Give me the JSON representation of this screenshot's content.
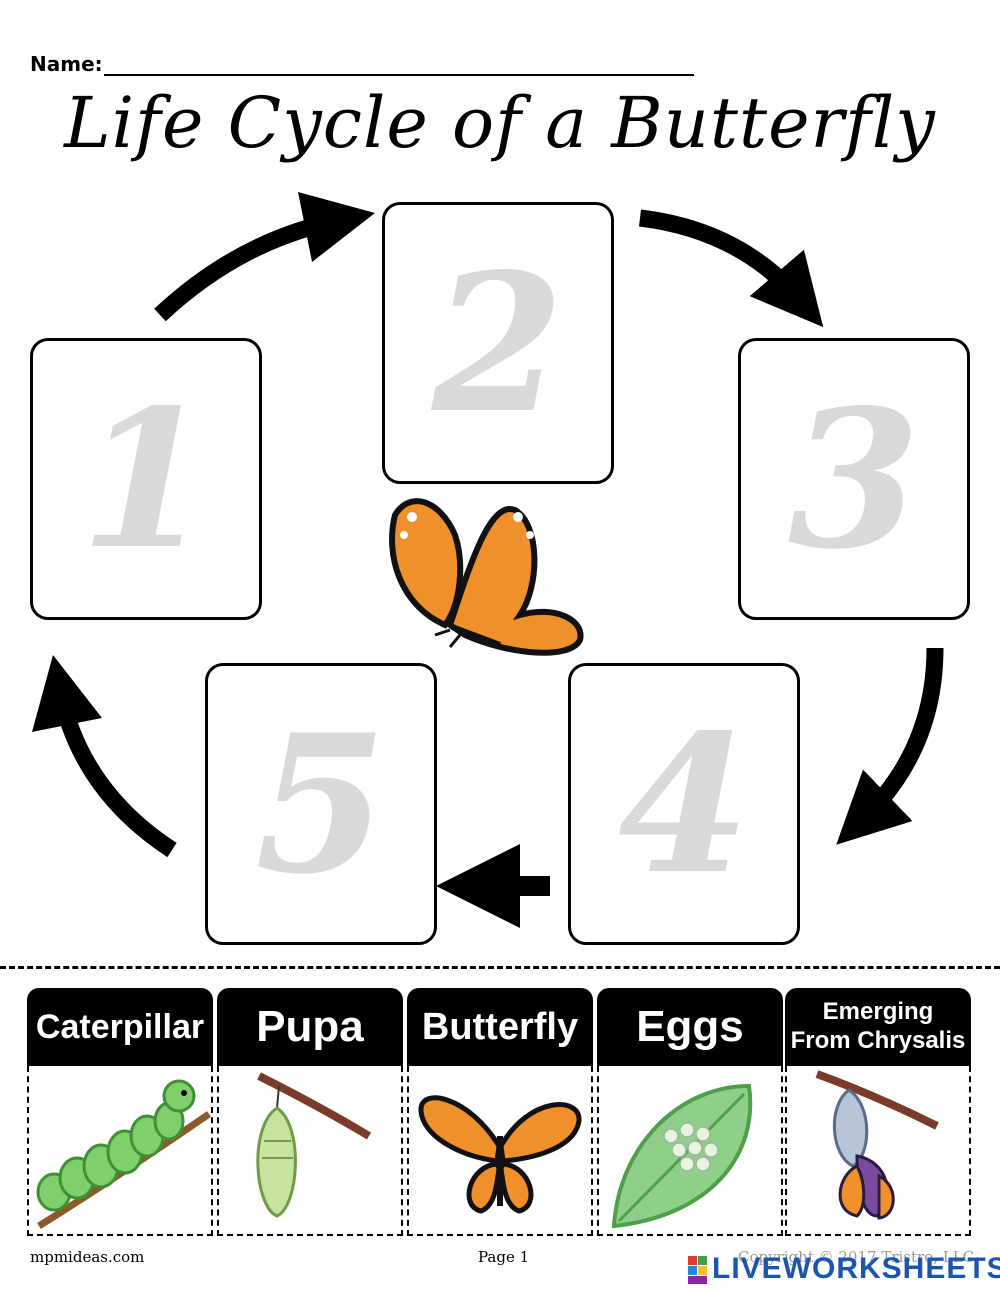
{
  "header": {
    "name_label": "Name:",
    "title": "Life Cycle of a Butterfly"
  },
  "cycle": {
    "slots": [
      "1",
      "2",
      "3",
      "4",
      "5"
    ]
  },
  "cards": [
    {
      "label": "Caterpillar",
      "icon": "caterpillar-icon"
    },
    {
      "label": "Pupa",
      "icon": "pupa-icon"
    },
    {
      "label": "Butterfly",
      "icon": "butterfly-icon"
    },
    {
      "label": "Eggs",
      "icon": "eggs-on-leaf-icon"
    },
    {
      "label_line1": "Emerging",
      "label_line2": "From Chrysalis",
      "icon": "emerging-butterfly-icon"
    }
  ],
  "footer": {
    "site": "mpmideas.com",
    "page": "Page 1",
    "copyright": "Copyright © 2017 Tristro, LLC",
    "brand": "LIVEWORKSHEETS"
  },
  "colors": {
    "butterfly_orange": "#f0902a",
    "number_gray": "#d9d9d9",
    "leaf_green": "#8fcf8a",
    "brand_blue": "#1a56b0"
  }
}
